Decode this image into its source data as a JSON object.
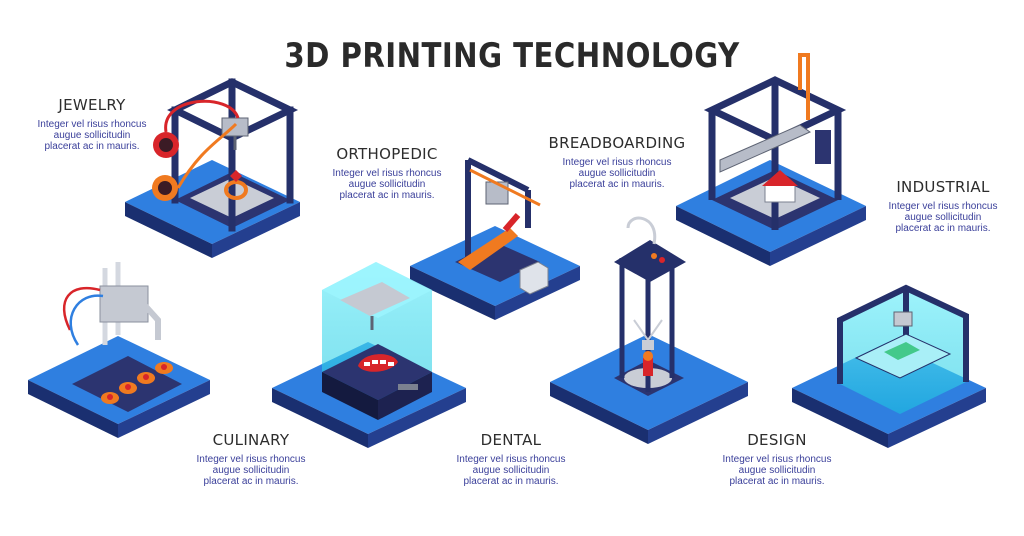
{
  "title": "3D PRINTING TECHNOLOGY",
  "colors": {
    "platform_top": "#2f7fe0",
    "platform_side": "#1a2f70",
    "frame": "#25306a",
    "accent_orange": "#f07a20",
    "accent_red": "#d8252a",
    "glass": "#55e0f0",
    "text_dark": "#2d2d2d",
    "text_blue": "#3a3f9a"
  },
  "sections": [
    {
      "id": "jewelry",
      "title": "JEWELRY",
      "lines": [
        "Integer vel risus rhoncus",
        "augue sollicitudin",
        "placerat ac in mauris."
      ],
      "icon": "jewelry-printer-icon"
    },
    {
      "id": "orthopedic",
      "title": "ORTHOPEDIC",
      "lines": [
        "Integer vel risus rhoncus",
        "augue sollicitudin",
        "placerat ac in mauris."
      ],
      "icon": "orthopedic-printer-icon"
    },
    {
      "id": "breadboarding",
      "title": "BREADBOARDING",
      "lines": [
        "Integer vel risus rhoncus",
        "augue sollicitudin",
        "placerat ac in mauris."
      ],
      "icon": "breadboarding-printer-icon"
    },
    {
      "id": "industrial",
      "title": "INDUSTRIAL",
      "lines": [
        "Integer vel risus rhoncus",
        "augue sollicitudin",
        "placerat ac in mauris."
      ],
      "icon": "industrial-printer-icon"
    },
    {
      "id": "culinary",
      "title": "CULINARY",
      "lines": [
        "Integer vel risus rhoncus",
        "augue sollicitudin",
        "placerat ac in mauris."
      ],
      "icon": "culinary-printer-icon"
    },
    {
      "id": "dental",
      "title": "DENTAL",
      "lines": [
        "Integer vel risus rhoncus",
        "augue sollicitudin",
        "placerat ac in mauris."
      ],
      "icon": "dental-printer-icon"
    },
    {
      "id": "design",
      "title": "DESIGN",
      "lines": [
        "Integer vel risus rhoncus",
        "augue sollicitudin",
        "placerat ac in mauris."
      ],
      "icon": "design-printer-icon"
    }
  ]
}
